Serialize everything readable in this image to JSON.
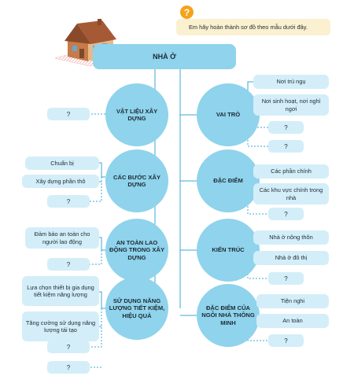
{
  "instruction": "Em hãy hoàn thành sơ đồ theo mẫu dưới đây.",
  "help_icon": "question-mark-icon",
  "illustration": "house-icon",
  "root": "NHÀ Ở",
  "left": [
    {
      "title": "VẬT LIỆU XÂY DỰNG",
      "items": [
        "?"
      ]
    },
    {
      "title": "CÁC BƯỚC XÂY DỰNG",
      "items": [
        "Chuẩn bị",
        "Xây dựng phần thô",
        "?"
      ]
    },
    {
      "title": "AN TOÀN LAO ĐỘNG TRONG XÂY DỰNG",
      "items": [
        "Đảm bảo an toàn cho người lao động",
        "?"
      ]
    },
    {
      "title": "SỬ DỤNG NĂNG LƯỢNG TIẾT KIỆM, HIỆU QUẢ",
      "items": [
        "Lựa chọn thiết bị gia dụng tiết kiệm năng lượng",
        "Tăng cường sử dụng năng lượng tái tạo",
        "?",
        "?"
      ]
    }
  ],
  "right": [
    {
      "title": "VAI TRÒ",
      "items": [
        "Nơi trú ngụ",
        "Nơi sinh hoạt, nơi nghỉ ngơi",
        "?",
        "?"
      ]
    },
    {
      "title": "ĐẶC ĐIỂM",
      "items": [
        "Các phần chính",
        "Các khu vực chính trong nhà",
        "?"
      ]
    },
    {
      "title": "KIẾN TRÚC",
      "items": [
        "Nhà ở nông thôn",
        "Nhà ở đô thị",
        "?"
      ]
    },
    {
      "title": "ĐẶC ĐIỂM CỦA NGÔI NHÀ THÔNG MINH",
      "items": [
        "Tiện nghi",
        "An toàn",
        "?"
      ]
    }
  ]
}
